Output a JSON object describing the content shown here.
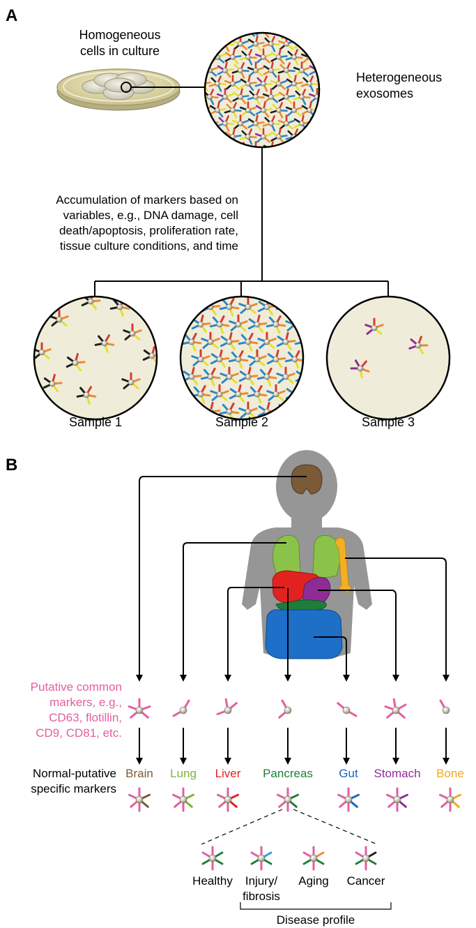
{
  "panel_a": {
    "letter": "A",
    "culture_label": [
      "Homogeneous",
      "cells in culture"
    ],
    "exosomes_label": [
      "Heterogeneous",
      "exosomes"
    ],
    "accumulation_text": [
      "Accumulation of markers based on",
      "variables, e.g., DNA damage, cell",
      "death/apoptosis, proliferation rate,",
      "tissue culture conditions, and time"
    ],
    "samples": [
      {
        "label": "Sample 1"
      },
      {
        "label": "Sample 2"
      },
      {
        "label": "Sample 3"
      }
    ]
  },
  "panel_b": {
    "letter": "B",
    "common_markers_label": [
      "Putative common",
      "markers, e.g.,",
      "CD63, flotillin,",
      "CD9, CD81, etc."
    ],
    "specific_markers_label": [
      "Normal-putative",
      "specific markers"
    ],
    "organs": [
      {
        "name": "Brain",
        "color": "#7a5a37"
      },
      {
        "name": "Lung",
        "color": "#7cb342"
      },
      {
        "name": "Liver",
        "color": "#e2221f"
      },
      {
        "name": "Pancreas",
        "color": "#1e7d3a"
      },
      {
        "name": "Gut",
        "color": "#1565c0"
      },
      {
        "name": "Stomach",
        "color": "#8e2c96"
      },
      {
        "name": "Bone",
        "color": "#f2a81d"
      }
    ],
    "profiles": [
      {
        "label": [
          "Healthy"
        ]
      },
      {
        "label": [
          "Injury/",
          "fibrosis"
        ]
      },
      {
        "label": [
          "Aging"
        ]
      },
      {
        "label": [
          "Cancer"
        ]
      }
    ],
    "disease_profile_label": "Disease profile"
  },
  "colors": {
    "common_marker": "#e35ea0",
    "exosome_fill": "#f1efdc",
    "body_silhouette": "#969696"
  }
}
